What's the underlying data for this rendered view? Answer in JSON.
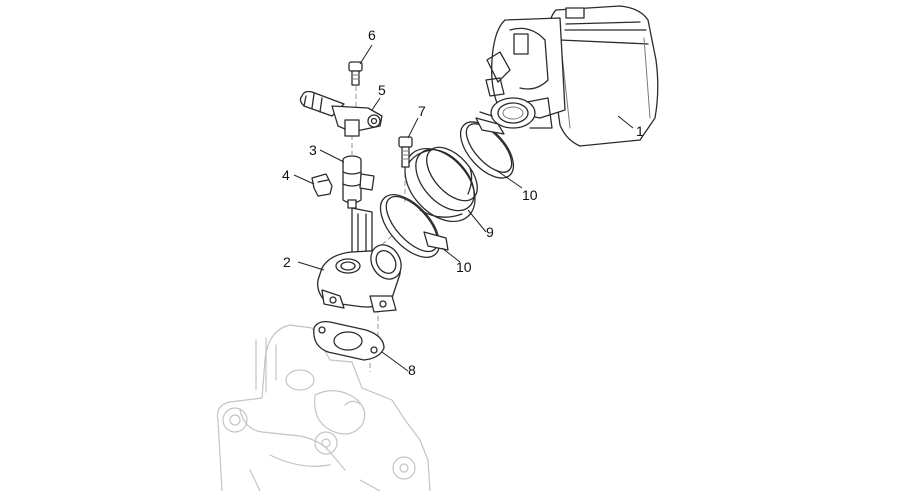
{
  "diagram": {
    "callouts": {
      "c1": "1",
      "c2": "2",
      "c3": "3",
      "c4": "4",
      "c5": "5",
      "c6": "6",
      "c7": "7",
      "c8": "8",
      "c9": "9",
      "c10a": "10",
      "c10b": "10"
    }
  }
}
